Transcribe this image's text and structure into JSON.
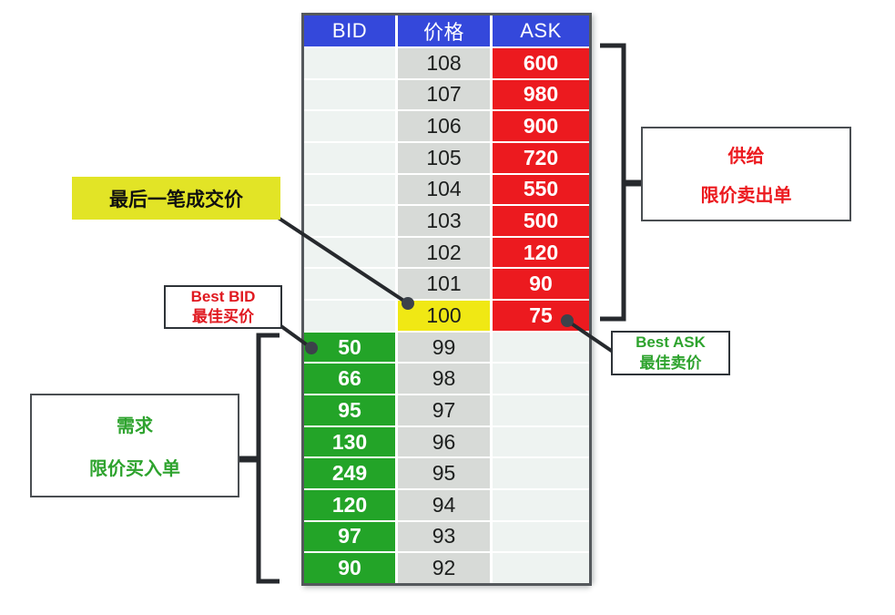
{
  "table": {
    "headers": {
      "bid": "BID",
      "price": "价格",
      "ask": "ASK"
    },
    "rows": [
      {
        "price": "108",
        "bid": "",
        "ask": "600"
      },
      {
        "price": "107",
        "bid": "",
        "ask": "980"
      },
      {
        "price": "106",
        "bid": "",
        "ask": "900"
      },
      {
        "price": "105",
        "bid": "",
        "ask": "720"
      },
      {
        "price": "104",
        "bid": "",
        "ask": "550"
      },
      {
        "price": "103",
        "bid": "",
        "ask": "500"
      },
      {
        "price": "102",
        "bid": "",
        "ask": "120"
      },
      {
        "price": "101",
        "bid": "",
        "ask": "90"
      },
      {
        "price": "100",
        "bid": "",
        "ask": "75",
        "last_trade": true
      },
      {
        "price": "99",
        "bid": "50",
        "ask": ""
      },
      {
        "price": "98",
        "bid": "66",
        "ask": ""
      },
      {
        "price": "97",
        "bid": "95",
        "ask": ""
      },
      {
        "price": "96",
        "bid": "130",
        "ask": ""
      },
      {
        "price": "95",
        "bid": "249",
        "ask": ""
      },
      {
        "price": "94",
        "bid": "120",
        "ask": ""
      },
      {
        "price": "93",
        "bid": "97",
        "ask": ""
      },
      {
        "price": "92",
        "bid": "90",
        "ask": ""
      }
    ]
  },
  "annotations": {
    "last_trade": {
      "text": "最后一笔成交价"
    },
    "best_bid": {
      "title": "Best BID",
      "subtitle": "最佳买价"
    },
    "best_ask": {
      "title": "Best ASK",
      "subtitle": "最佳卖价"
    },
    "supply": {
      "title": "供给",
      "subtitle": "限价卖出单"
    },
    "demand": {
      "title": "需求",
      "subtitle": "限价买入单"
    }
  },
  "colors": {
    "header_blue": "#3448db",
    "ask_red": "#ec1a1f",
    "bid_green": "#23a428",
    "highlight_yellow": "#f0e814",
    "label_yellow": "#e2e426",
    "best_bid_red": "#e01920",
    "best_ask_green": "#2ea32e",
    "supply_red": "#ec1a1f",
    "demand_green": "#2ea32e",
    "price_gray": "#d7dad7",
    "empty_cell": "#eef3f1",
    "line_dark": "#26292d"
  }
}
